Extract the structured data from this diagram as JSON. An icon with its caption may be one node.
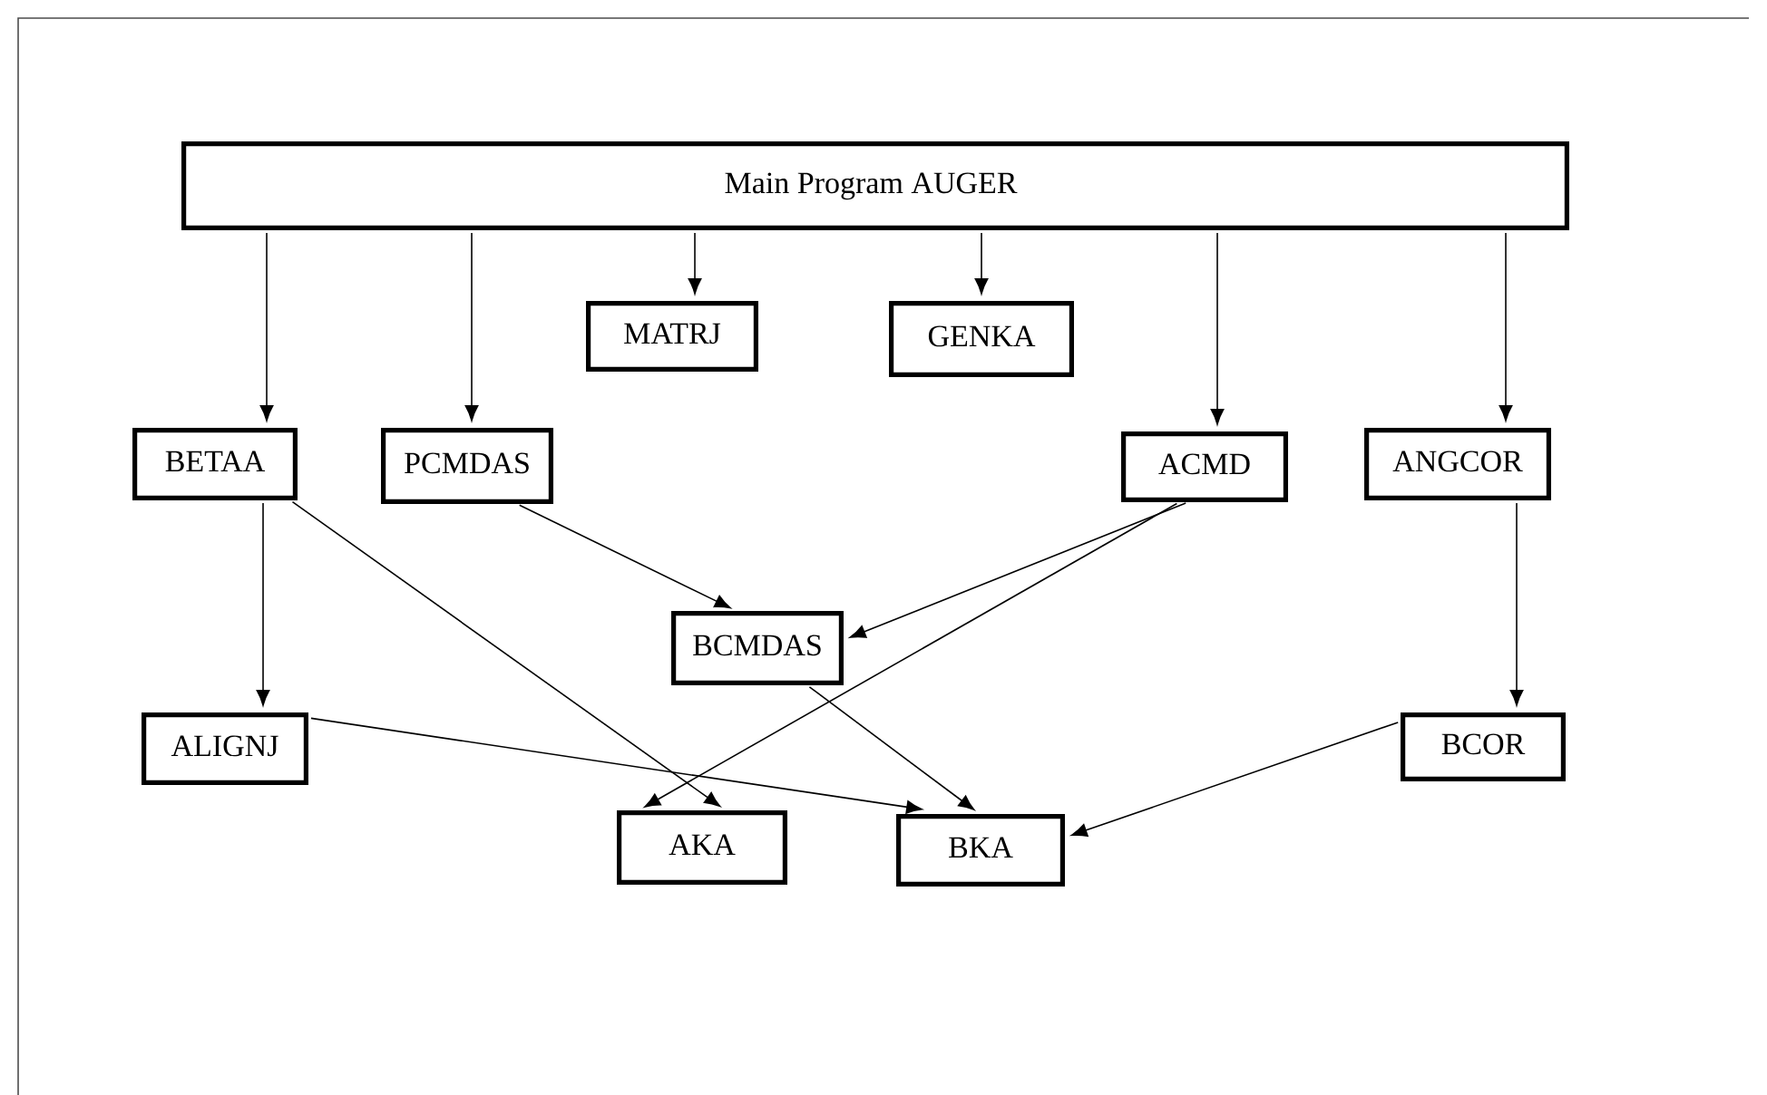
{
  "diagram": {
    "nodes": [
      {
        "text": [
          "Main Program AUGER"
        ]
      },
      {
        "text": [
          "MATRJ"
        ]
      },
      {
        "text": [
          "GENKA"
        ]
      },
      {
        "text": [
          "BETAA"
        ]
      },
      {
        "text": [
          "PCMDAS"
        ]
      },
      {
        "text": [
          "ACMD"
        ]
      },
      {
        "text": [
          "ANGCOR"
        ]
      },
      {
        "text": [
          "BCMDAS"
        ]
      },
      {
        "text": [
          "ALIGNJ"
        ]
      },
      {
        "text": [
          "BCOR"
        ]
      },
      {
        "text": [
          "AKA"
        ]
      },
      {
        "text": [
          "BKA"
        ]
      }
    ],
    "edges": [
      {
        "from": 0,
        "to": 3,
        "arrow": "to"
      },
      {
        "from": 0,
        "to": 4,
        "arrow": "to"
      },
      {
        "from": 0,
        "to": 1,
        "arrow": "to"
      },
      {
        "from": 0,
        "to": 2,
        "arrow": "to"
      },
      {
        "from": 0,
        "to": 5,
        "arrow": "to"
      },
      {
        "from": 0,
        "to": 6,
        "arrow": "to"
      },
      {
        "from": 3,
        "to": 8,
        "arrow": "to"
      },
      {
        "from": 3,
        "to": 10,
        "arrow": "to"
      },
      {
        "from": 4,
        "to": 7,
        "arrow": "to"
      },
      {
        "from": 5,
        "to": 7,
        "arrow": "to"
      },
      {
        "from": 5,
        "to": 10,
        "arrow": "to"
      },
      {
        "from": 7,
        "to": 11,
        "arrow": "to"
      },
      {
        "from": 8,
        "to": 11,
        "arrow": "to"
      },
      {
        "from": 6,
        "to": 9,
        "arrow": "to"
      },
      {
        "from": 9,
        "to": 11,
        "arrow": "to"
      }
    ]
  }
}
